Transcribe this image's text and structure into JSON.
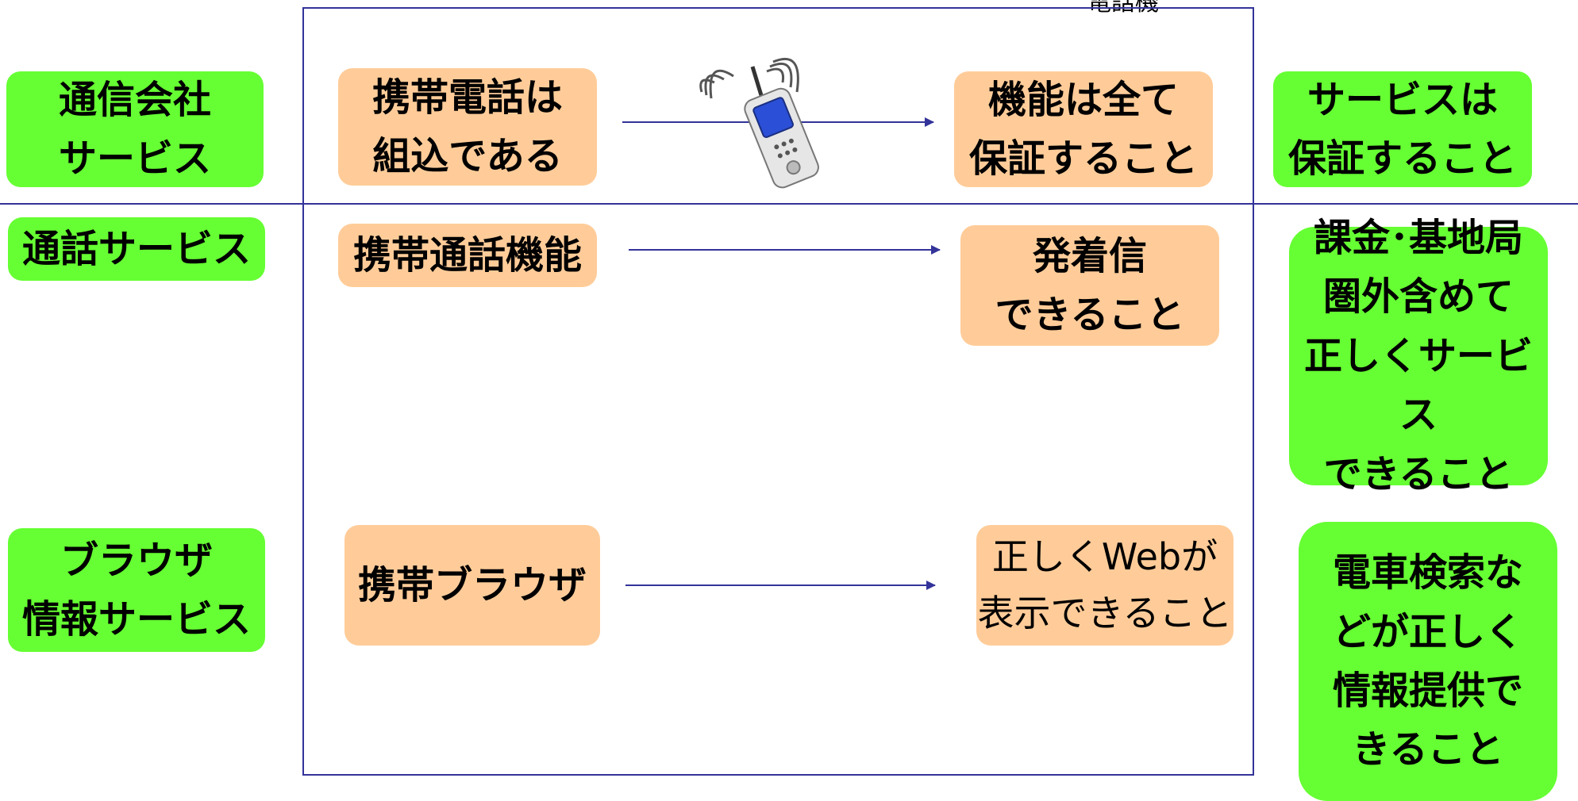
{
  "diagram": {
    "top_label": "電話機",
    "rows": [
      {
        "category": "通信会社\nサービス",
        "feature": "携帯電話は\n組込である",
        "requirement": "機能は全て\n保証すること",
        "service_requirement": "サービスは\n保証すること"
      },
      {
        "category": "通話サービス",
        "feature": "携帯通話機能",
        "requirement": "発着信\nできること",
        "service_requirement": "課金･基地局\n圏外含めて\n正しくサービス\nできること"
      },
      {
        "category": "ブラウザ\n情報サービス",
        "feature": "携帯ブラウザ",
        "requirement": "正しくWebが\n表示できること",
        "service_requirement": "電車検索な\nどが正しく\n情報提供で\nきること"
      }
    ],
    "phone_icon": "mobile-phone-icon",
    "colors": {
      "green": "#66ff33",
      "orange": "#ffcc99",
      "line": "#33339a"
    }
  }
}
